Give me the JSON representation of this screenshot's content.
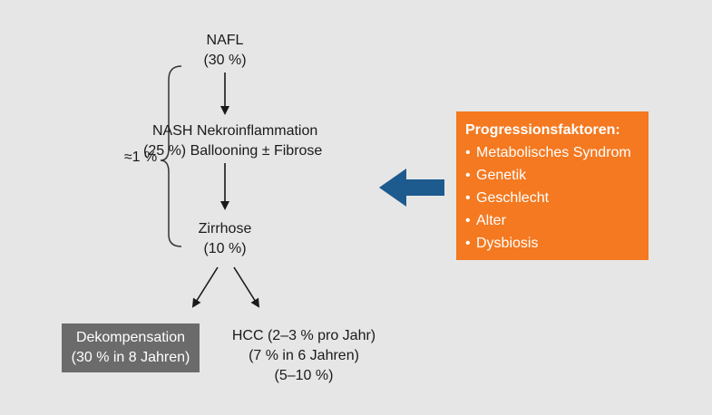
{
  "nodes": {
    "nafl": {
      "line1": "NAFL",
      "line2": "(30 %)"
    },
    "nash": {
      "line1": "NASH Nekroinflammation",
      "line2": "(25 %) Ballooning ± Fibrose"
    },
    "zirrhose": {
      "line1": "Zirrhose",
      "line2": "(10 %)"
    },
    "dekompensation": {
      "line1": "Dekompensation",
      "line2": "(30 % in 8 Jahren)"
    },
    "hcc": {
      "line1": "HCC (2–3 % pro Jahr)",
      "line2": "(7 % in 6 Jahren)",
      "line3": "(5–10 %)"
    }
  },
  "brace_label": "≈1 %",
  "factors": {
    "title": "Progressionsfaktoren:",
    "items": [
      "Metabolisches Syndrom",
      "Genetik",
      "Geschlecht",
      "Alter",
      "Dysbiosis"
    ]
  },
  "colors": {
    "background": "#e6e6e6",
    "factors_box": "#f47920",
    "dekompensation_box": "#6b6b6b",
    "big_arrow": "#1d5a8e",
    "text": "#1a1a1a"
  }
}
